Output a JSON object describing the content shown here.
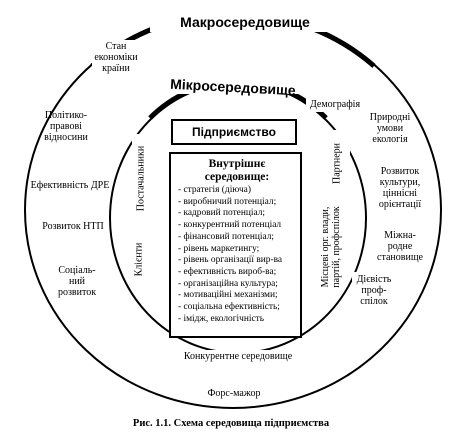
{
  "macro": {
    "title": "Макросередовище",
    "factors": {
      "economy": "Стан\nекономіки\nкраїни",
      "politics": "Політико-\nправові\nвідносини",
      "fea": "Ефективність ДРЕ",
      "stp": "Розвиток НТП",
      "social": "Соціаль-\nний\nрозвиток",
      "demography": "Демографія",
      "nature": "Природні\nумови\nекологія",
      "culture": "Розвиток\nкультури,\nціннісні\nорієнтації",
      "international": "Міжна-\nродне\nстановище",
      "unions": "Дієвість\nпроф-\nспілок",
      "force_majeure": "Форс-мажор"
    }
  },
  "micro": {
    "title": "Мікросередовище",
    "suppliers": "Постачальники",
    "clients": "Клієнти",
    "partners": "Партнери",
    "local": "Місцеві орг. влади,\nпартій, профспілок",
    "competition": "Конкурентне середовище"
  },
  "enterprise": {
    "title": "Підприємство"
  },
  "internal": {
    "title": "Внутрішнє\nсередовище:",
    "items": [
      "- стратегія (діюча)",
      "- виробничий потенціал;",
      "- кадровий потенціал;",
      "- конкурентний потенціал",
      "- фінансовий потенціал;",
      "- рівень маркетингу;",
      "- рівень організації вир-ва",
      "- ефективність вироб-ва;",
      "- організаційна культура;",
      "- мотиваційні механізми;",
      "- соціальна ефективність;",
      "- імідж, екологічність"
    ]
  },
  "caption": "Рис. 1.1.  Схема середовища підприємства"
}
